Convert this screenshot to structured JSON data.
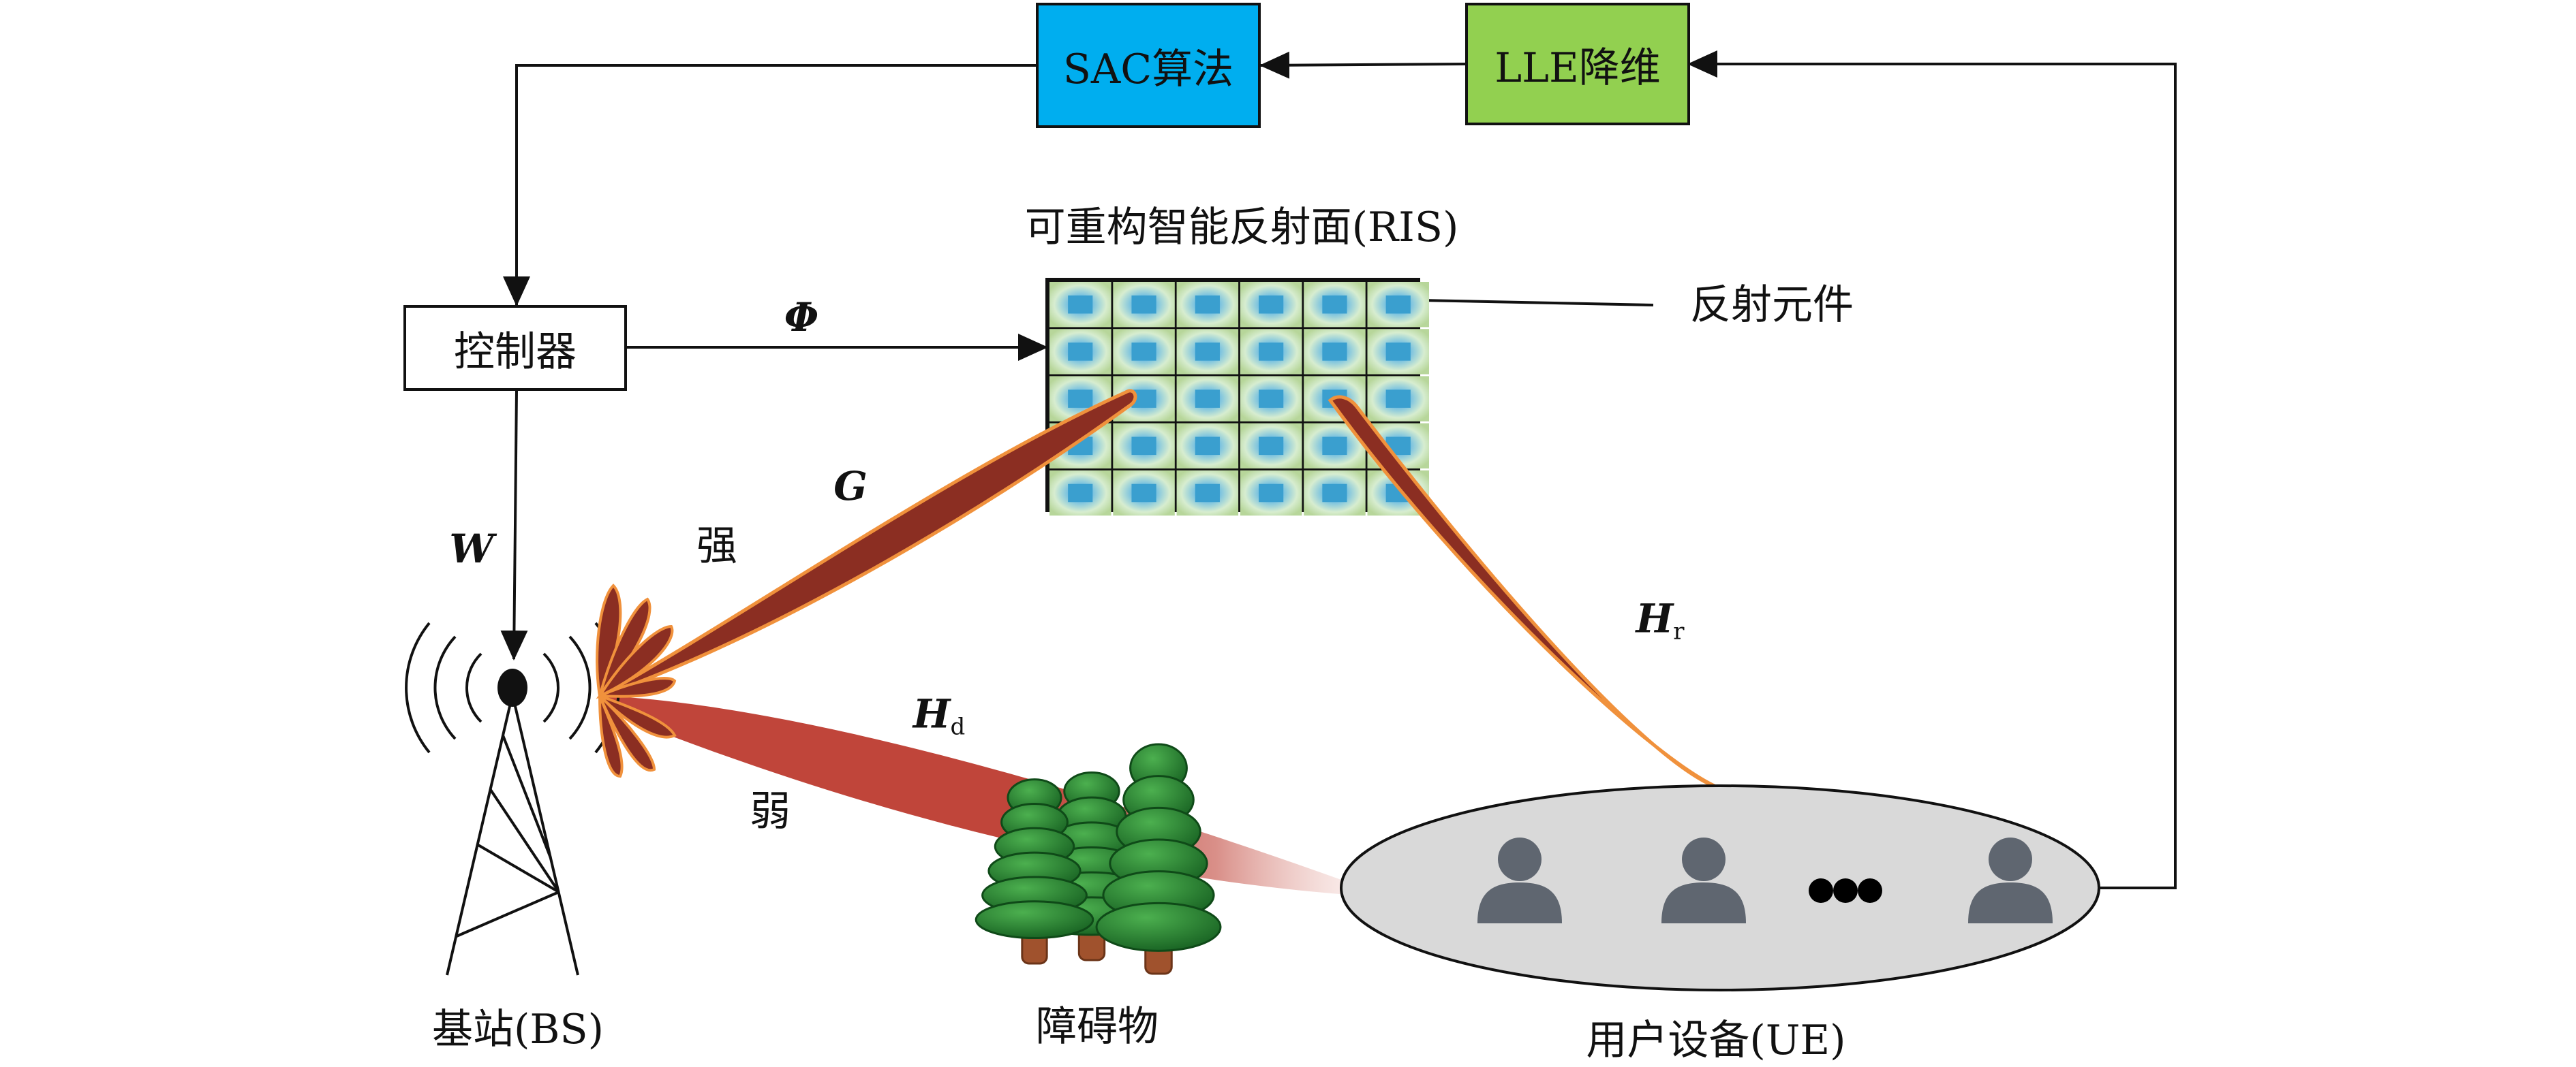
{
  "blocks": {
    "sac": "SAC算法",
    "lle": "LLE降维",
    "controller": "控制器"
  },
  "labels": {
    "ris_title": "可重构智能反射面(RIS)",
    "reflect_element": "反射元件",
    "base_station": "基站(BS)",
    "obstacle": "障碍物",
    "user_equipment": "用户设备(UE)",
    "strong": "强",
    "weak": "弱"
  },
  "symbols": {
    "phi": "Φ",
    "w": "W",
    "g": "G",
    "h": "H",
    "hd_sub": "d",
    "hr_sub": "r"
  },
  "colors": {
    "sac_fill": "#00AEEF",
    "lle_fill": "#92D050",
    "beam_dark": "#8B2E22",
    "beam_light": "#C0453A",
    "beam_edge": "#F0913C",
    "ris_tile_outer": "#C6DFA8",
    "ris_tile_inner": "#4BAAD0",
    "tree_green": "#1E7A2E",
    "tree_trunk": "#A0522D",
    "ue_ellipse": "#D9D9D9",
    "user_icon": "#5F6670"
  },
  "ris": {
    "rows": 5,
    "cols": 6
  },
  "users": {
    "count_left": 2,
    "count_right": 1,
    "ellipsis_dots": 3
  }
}
